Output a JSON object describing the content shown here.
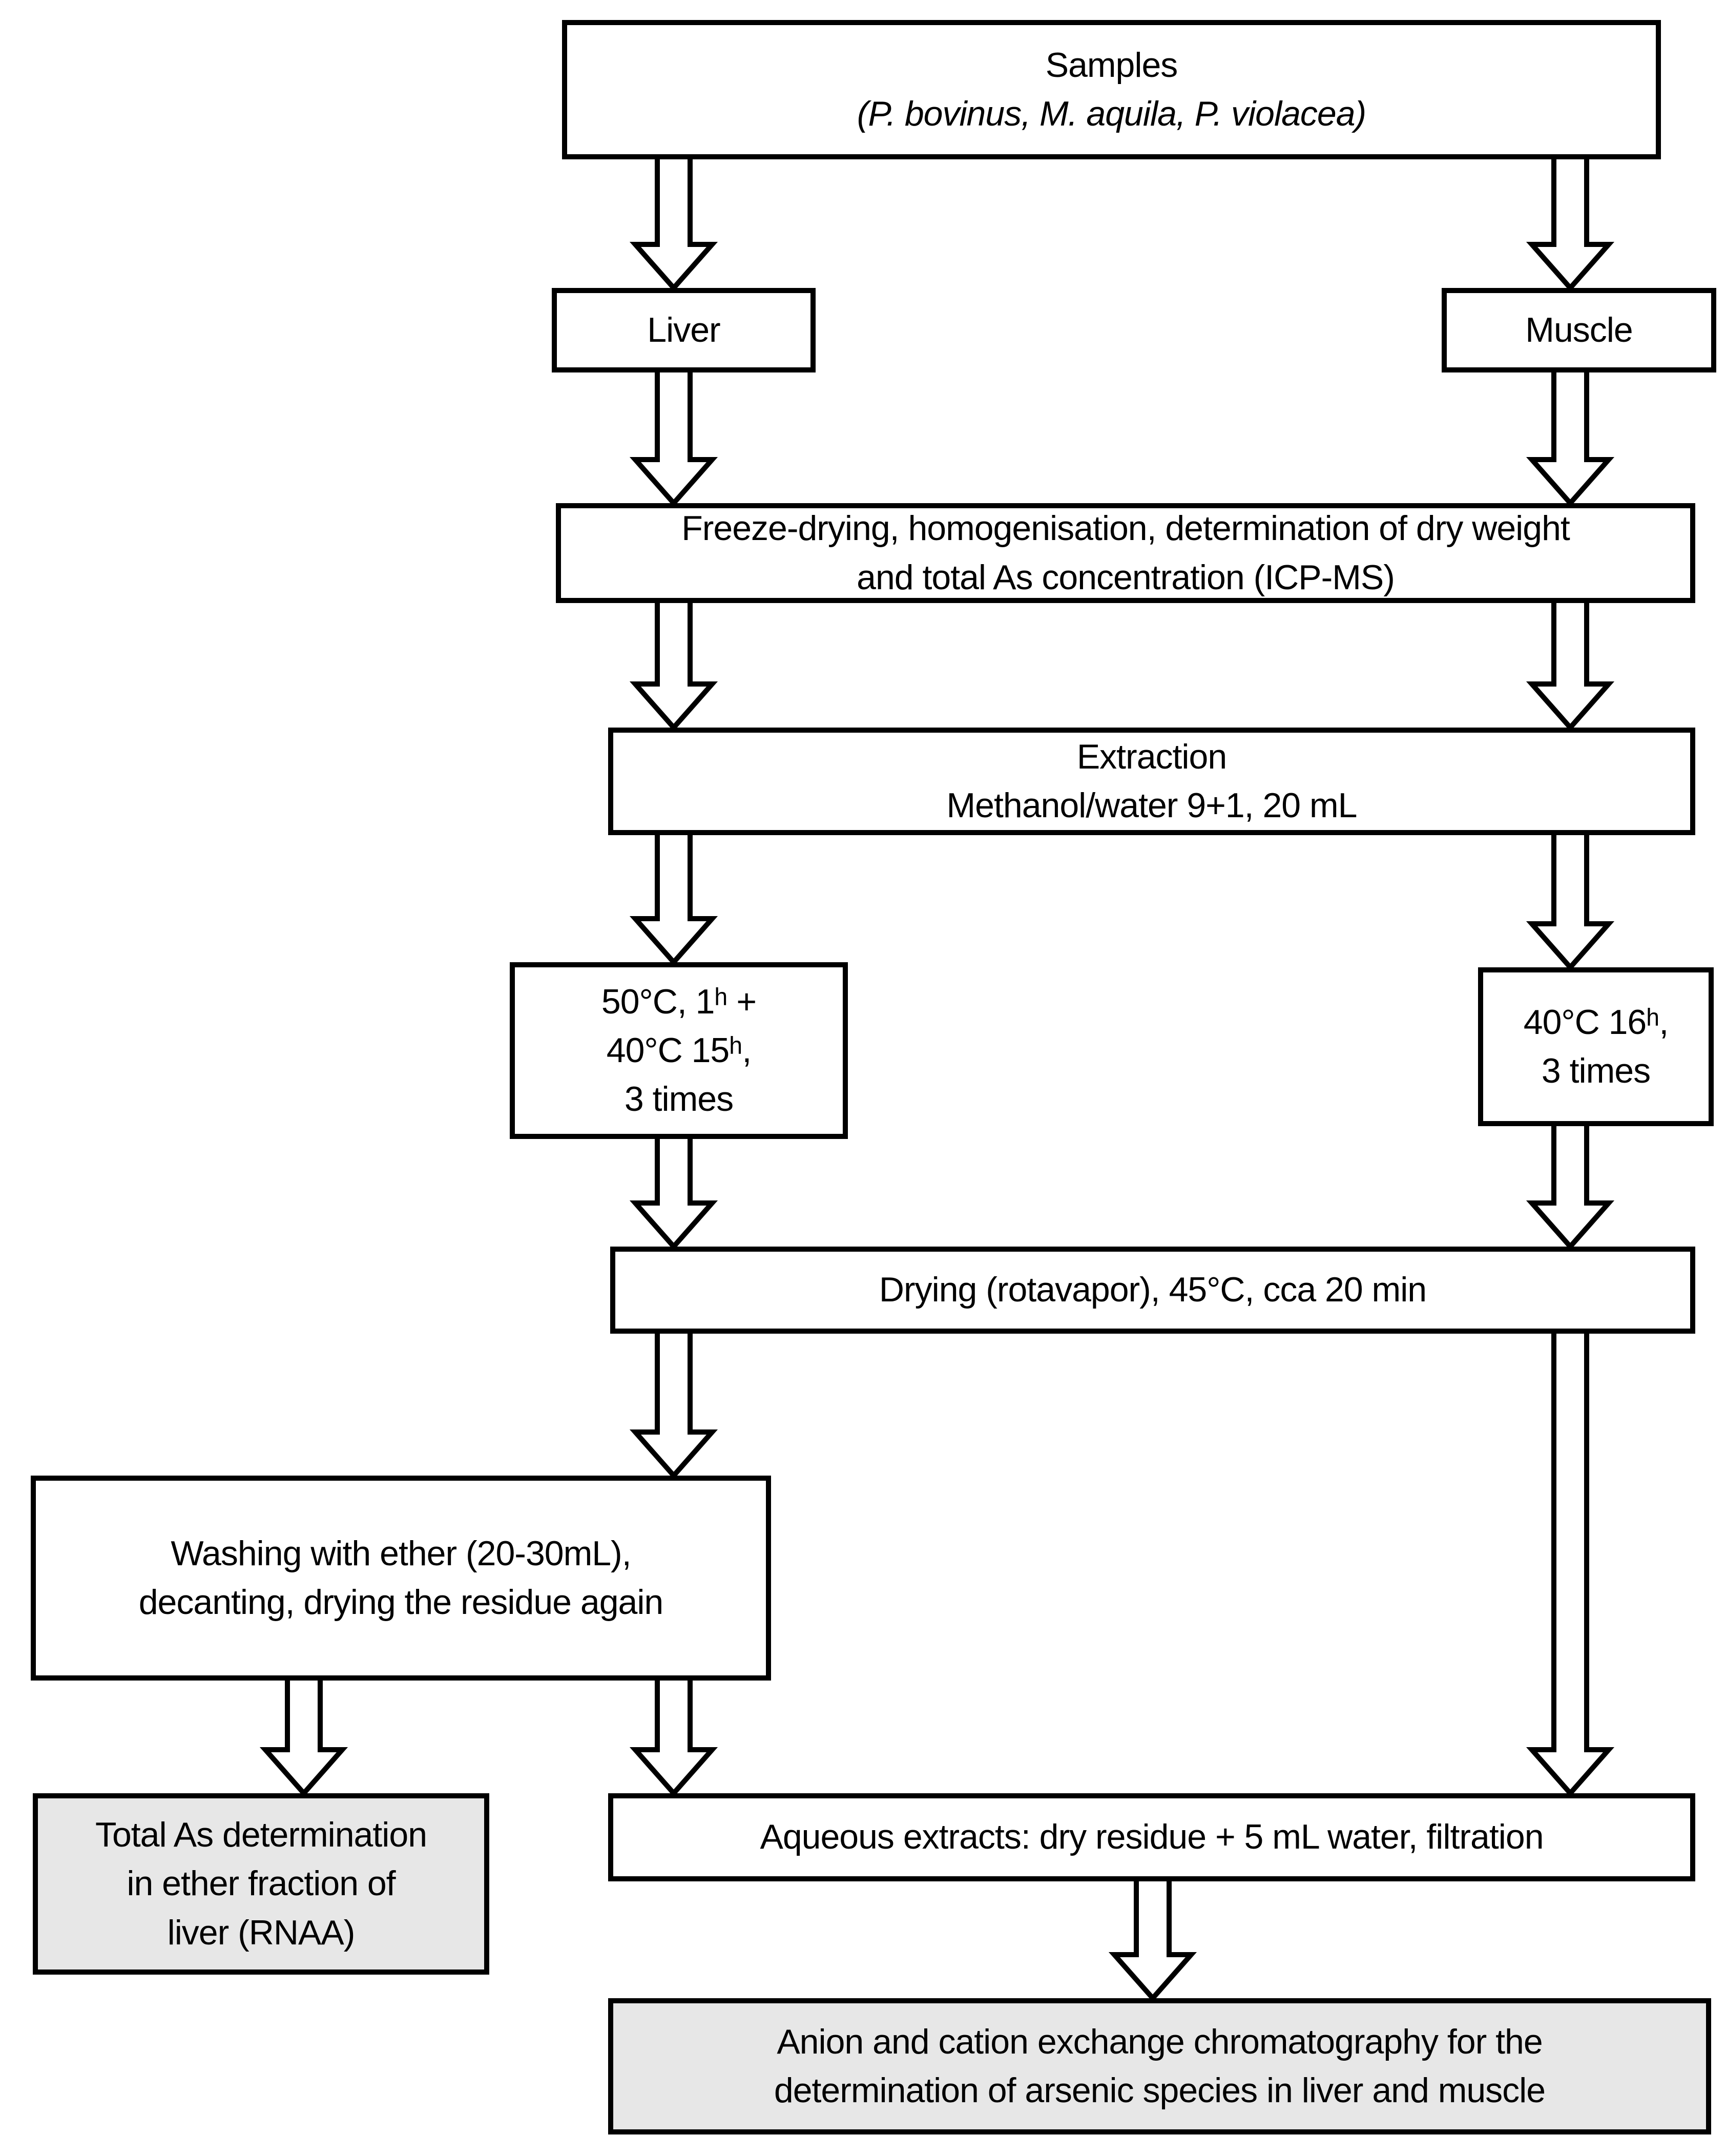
{
  "diagram": {
    "type": "flowchart",
    "direction": "top-down",
    "nodes": {
      "samples": {
        "line1": "Samples",
        "line2": "(P. bovinus, M. aquila, P. violacea)",
        "style": "white"
      },
      "liver": {
        "label": "Liver",
        "style": "white"
      },
      "muscle": {
        "label": "Muscle",
        "style": "white"
      },
      "freeze_drying": {
        "line1": "Freeze-drying, homogenisation, determination of dry weight",
        "line2": "and total As concentration (ICP-MS)",
        "style": "white"
      },
      "extraction": {
        "line1": "Extraction",
        "line2": "Methanol/water 9+1, 20 mL",
        "style": "white"
      },
      "liver_conditions": {
        "line1": "50°C, 1ʰ +",
        "line2": "40°C 15ʰ,",
        "line3": "3 times",
        "style": "white"
      },
      "muscle_conditions": {
        "line1": "40°C 16ʰ,",
        "line2": "3 times",
        "style": "white"
      },
      "drying": {
        "label": "Drying (rotavapor), 45°C, cca 20 min",
        "style": "white"
      },
      "washing": {
        "line1": "Washing with ether (20-30mL),",
        "line2": "decanting, drying the residue again",
        "style": "white"
      },
      "total_as": {
        "line1": "Total As determination",
        "line2": "in ether fraction of",
        "line3": "liver (RNAA)",
        "style": "gray"
      },
      "aqueous": {
        "label": "Aqueous extracts: dry residue + 5 mL water, filtration",
        "style": "white"
      },
      "chromatography": {
        "line1": "Anion and cation exchange chromatography for the",
        "line2": "determination of arsenic species in liver and muscle",
        "style": "gray"
      }
    },
    "edges": [
      {
        "from": "samples",
        "to": "liver",
        "arrow_style": "hollow-block-arrow"
      },
      {
        "from": "samples",
        "to": "muscle",
        "arrow_style": "hollow-block-arrow"
      },
      {
        "from": "liver",
        "to": "freeze_drying",
        "arrow_style": "hollow-block-arrow"
      },
      {
        "from": "muscle",
        "to": "freeze_drying",
        "arrow_style": "hollow-block-arrow"
      },
      {
        "from": "freeze_drying",
        "to": "extraction",
        "side": "left",
        "arrow_style": "hollow-block-arrow"
      },
      {
        "from": "freeze_drying",
        "to": "extraction",
        "side": "right",
        "arrow_style": "hollow-block-arrow"
      },
      {
        "from": "extraction",
        "to": "liver_conditions",
        "arrow_style": "hollow-block-arrow"
      },
      {
        "from": "extraction",
        "to": "muscle_conditions",
        "arrow_style": "hollow-block-arrow"
      },
      {
        "from": "liver_conditions",
        "to": "drying",
        "arrow_style": "hollow-block-arrow"
      },
      {
        "from": "muscle_conditions",
        "to": "drying",
        "arrow_style": "hollow-block-arrow"
      },
      {
        "from": "drying",
        "to": "washing",
        "arrow_style": "hollow-block-arrow"
      },
      {
        "from": "drying",
        "to": "aqueous",
        "arrow_style": "hollow-block-arrow"
      },
      {
        "from": "washing",
        "to": "total_as",
        "arrow_style": "hollow-block-arrow"
      },
      {
        "from": "washing",
        "to": "aqueous",
        "arrow_style": "hollow-block-arrow"
      },
      {
        "from": "aqueous",
        "to": "chromatography",
        "arrow_style": "hollow-block-arrow"
      }
    ]
  },
  "colors": {
    "background": "#ffffff",
    "box_border": "#000000",
    "box_fill": "#ffffff",
    "highlight_box_fill": "#e7e7e7",
    "text": "#000000"
  }
}
